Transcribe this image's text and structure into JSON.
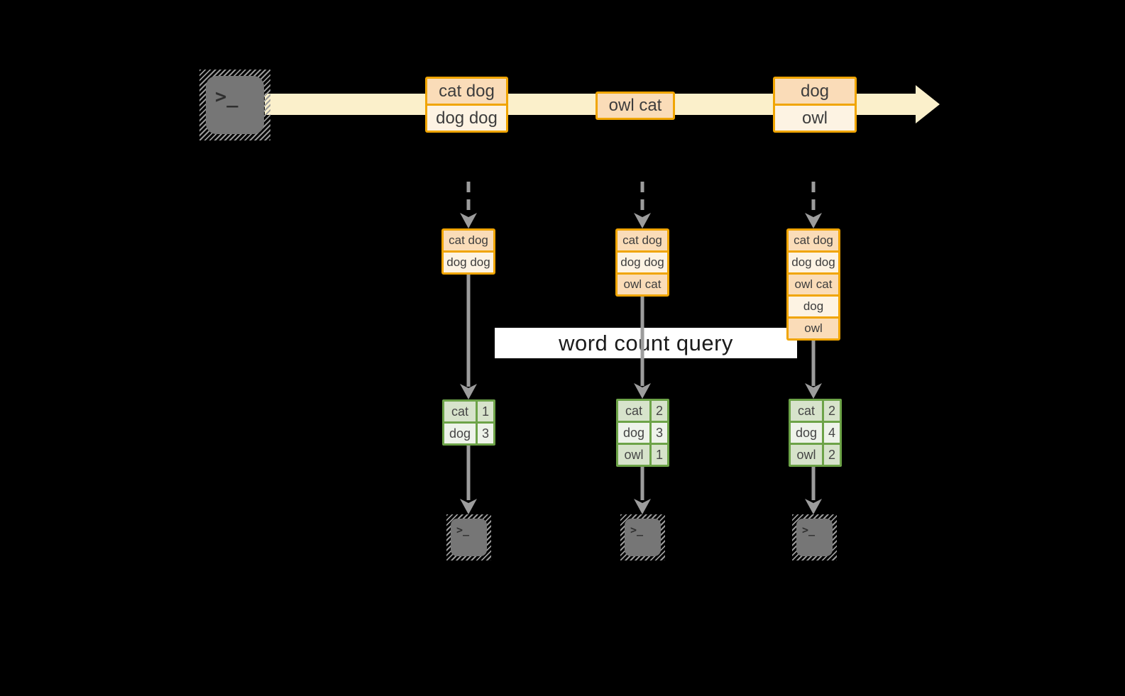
{
  "query": {
    "label": "word count query"
  },
  "icons": {
    "terminal_glyph": ">_",
    "source_icon": "terminal-icon",
    "sink_icon": "terminal-icon",
    "stream_arrow": "right-arrow",
    "flow_arrow": "down-arrow"
  },
  "colors": {
    "background": "#000000",
    "stream_band": "#fbf0cb",
    "box_border": "#f0a502",
    "box_fill_dark": "#fadcb8",
    "box_fill_light": "#fdf3e3",
    "table_border": "#6da348",
    "table_fill_dark": "#d7e3cb",
    "table_fill_light": "#eef3ea",
    "arrow_gray": "#9c9c9c",
    "text": "#3d3d3d",
    "query_band_bg": "#ffffff"
  },
  "timeline": {
    "events": [
      {
        "lines": [
          "cat dog",
          "dog dog"
        ]
      },
      {
        "lines": [
          "owl cat"
        ]
      },
      {
        "lines": [
          "dog",
          "owl"
        ]
      }
    ]
  },
  "columns": [
    {
      "state": [
        "cat dog",
        "dog dog"
      ],
      "counts": [
        {
          "word": "cat",
          "value": "1"
        },
        {
          "word": "dog",
          "value": "3"
        }
      ]
    },
    {
      "state": [
        "cat dog",
        "dog dog",
        "owl cat"
      ],
      "counts": [
        {
          "word": "cat",
          "value": "2"
        },
        {
          "word": "dog",
          "value": "3"
        },
        {
          "word": "owl",
          "value": "1"
        }
      ]
    },
    {
      "state": [
        "cat dog",
        "dog dog",
        "owl cat",
        "dog",
        "owl"
      ],
      "counts": [
        {
          "word": "cat",
          "value": "2"
        },
        {
          "word": "dog",
          "value": "4"
        },
        {
          "word": "owl",
          "value": "2"
        }
      ]
    }
  ]
}
